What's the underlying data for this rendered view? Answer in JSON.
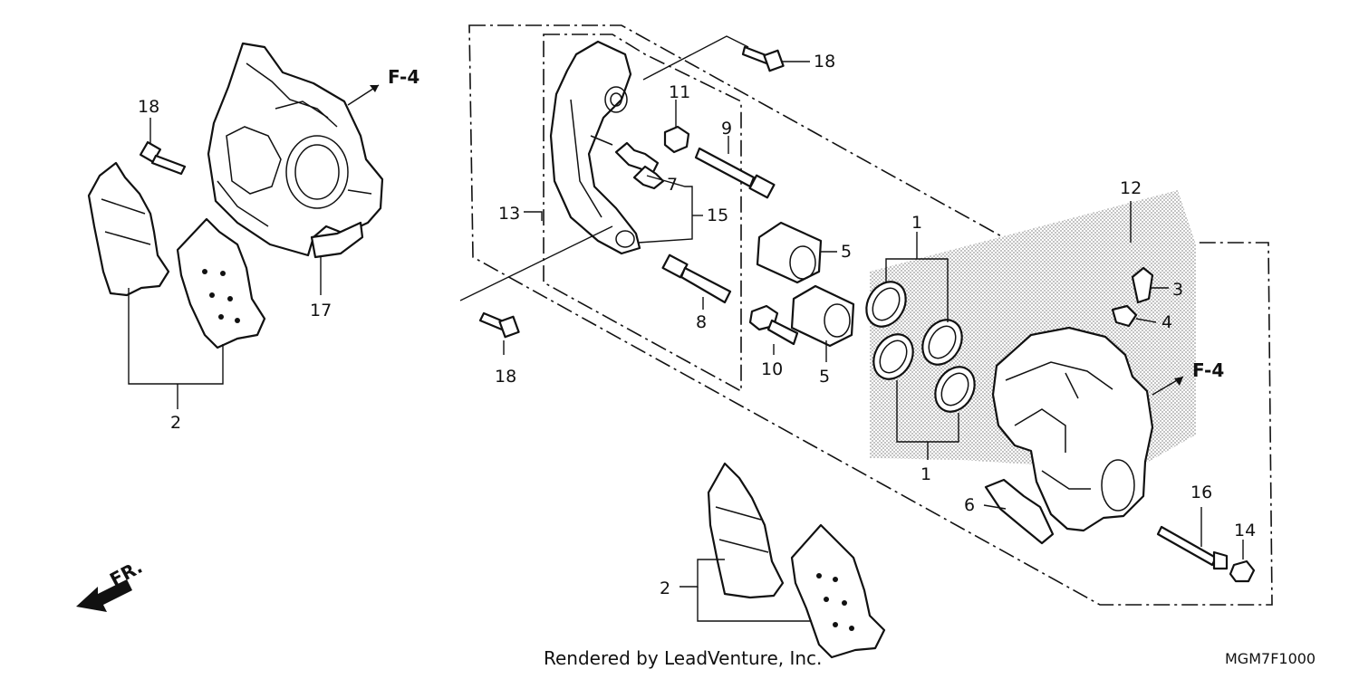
{
  "callouts": {
    "c18_tl": "18",
    "c17": "17",
    "c2_left": "2",
    "c18_top": "18",
    "c11": "11",
    "c9": "9",
    "c13": "13",
    "c7": "7",
    "c15": "15",
    "c5_a": "5",
    "c5_b": "5",
    "c8": "8",
    "c10": "10",
    "c18_mid": "18",
    "c1_top": "1",
    "c1_bot": "1",
    "c12": "12",
    "c3": "3",
    "c4": "4",
    "c6": "6",
    "c16": "16",
    "c14": "14",
    "c2_bottom": "2"
  },
  "references": {
    "ref_left": "F-4",
    "ref_right": "F-4"
  },
  "direction": {
    "label": "FR."
  },
  "footer": {
    "credit": "Rendered by LeadVenture, Inc.",
    "diagram_code": "MGM7F1000"
  }
}
